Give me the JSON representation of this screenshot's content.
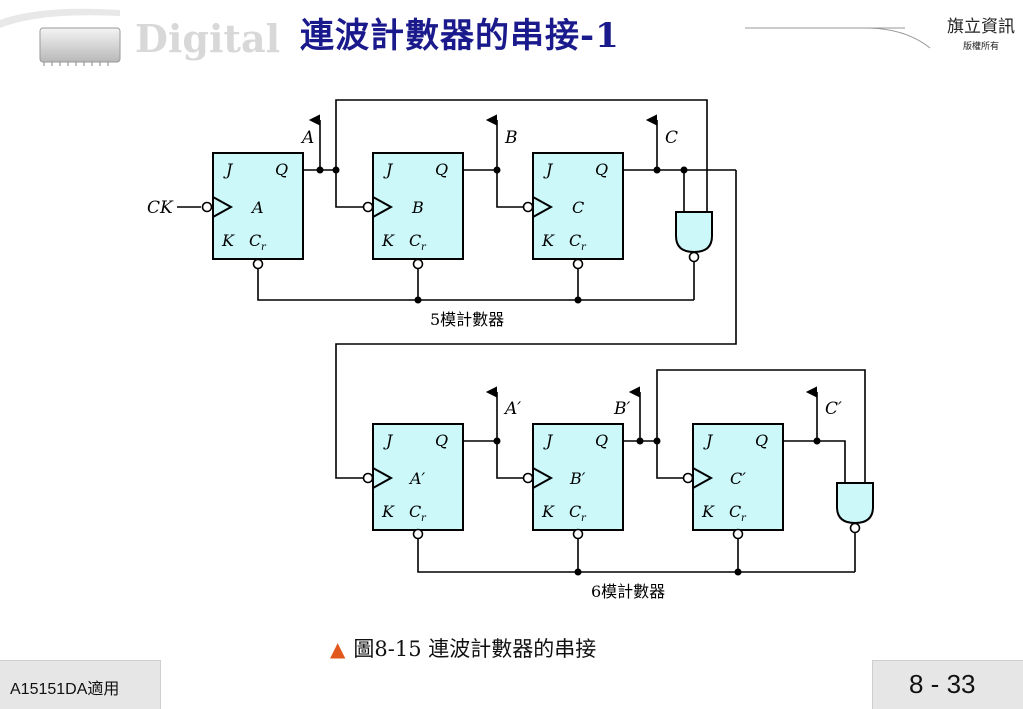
{
  "header": {
    "title": "連波計數器的串接-1",
    "watermark_text": "Digital",
    "brand_main": "旗立資訊",
    "brand_sub": "版權所有"
  },
  "diagram": {
    "clock_label": "CK",
    "top_counter": {
      "flipflops": [
        {
          "name": "A",
          "output": "A"
        },
        {
          "name": "B",
          "output": "B"
        },
        {
          "name": "C",
          "output": "C"
        }
      ],
      "caption": "5模計數器"
    },
    "bottom_counter": {
      "flipflops": [
        {
          "name": "A′",
          "output": "A′"
        },
        {
          "name": "B′",
          "output": "B′"
        },
        {
          "name": "C′",
          "output": "C′"
        }
      ],
      "caption": "6模計數器"
    },
    "ff_labels": {
      "j": "J",
      "q": "Q",
      "k": "K",
      "cr": "C",
      "cr_sub": "r"
    }
  },
  "caption": {
    "marker": "▲",
    "text": "圖8-15 連波計數器的串接"
  },
  "footer": {
    "course_code": "A15151DA適用",
    "page_number": "8 - 33"
  }
}
